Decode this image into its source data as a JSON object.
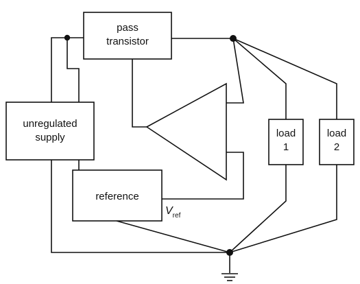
{
  "blocks": {
    "pass_transistor": [
      "pass",
      "transistor"
    ],
    "unregulated_supply": [
      "unregulated",
      "supply"
    ],
    "reference": "reference",
    "load1": [
      "load",
      "1"
    ],
    "load2": [
      "load",
      "2"
    ]
  },
  "vref": {
    "symbol": "V",
    "subscript": "ref"
  }
}
